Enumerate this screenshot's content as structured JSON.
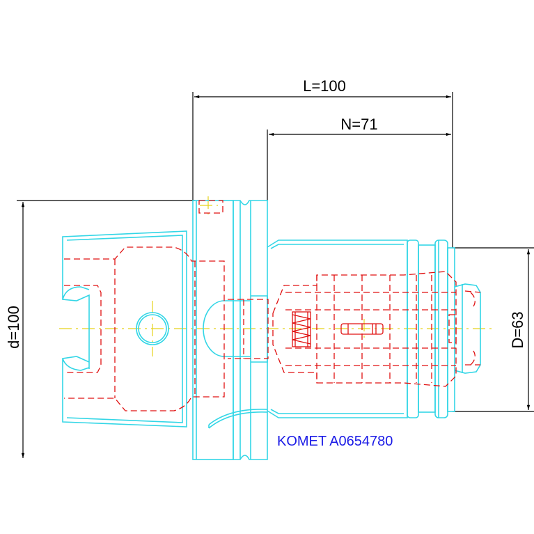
{
  "dimensions": {
    "L": "L=100",
    "N": "N=71",
    "d": "d=100",
    "D": "D=63"
  },
  "label": "KOMET A0654780",
  "colors": {
    "outline": "#33d6e6",
    "hidden": "#e01010",
    "centerline": "#e6d21a",
    "dimension": "#000000",
    "label": "#1a1ae6"
  }
}
